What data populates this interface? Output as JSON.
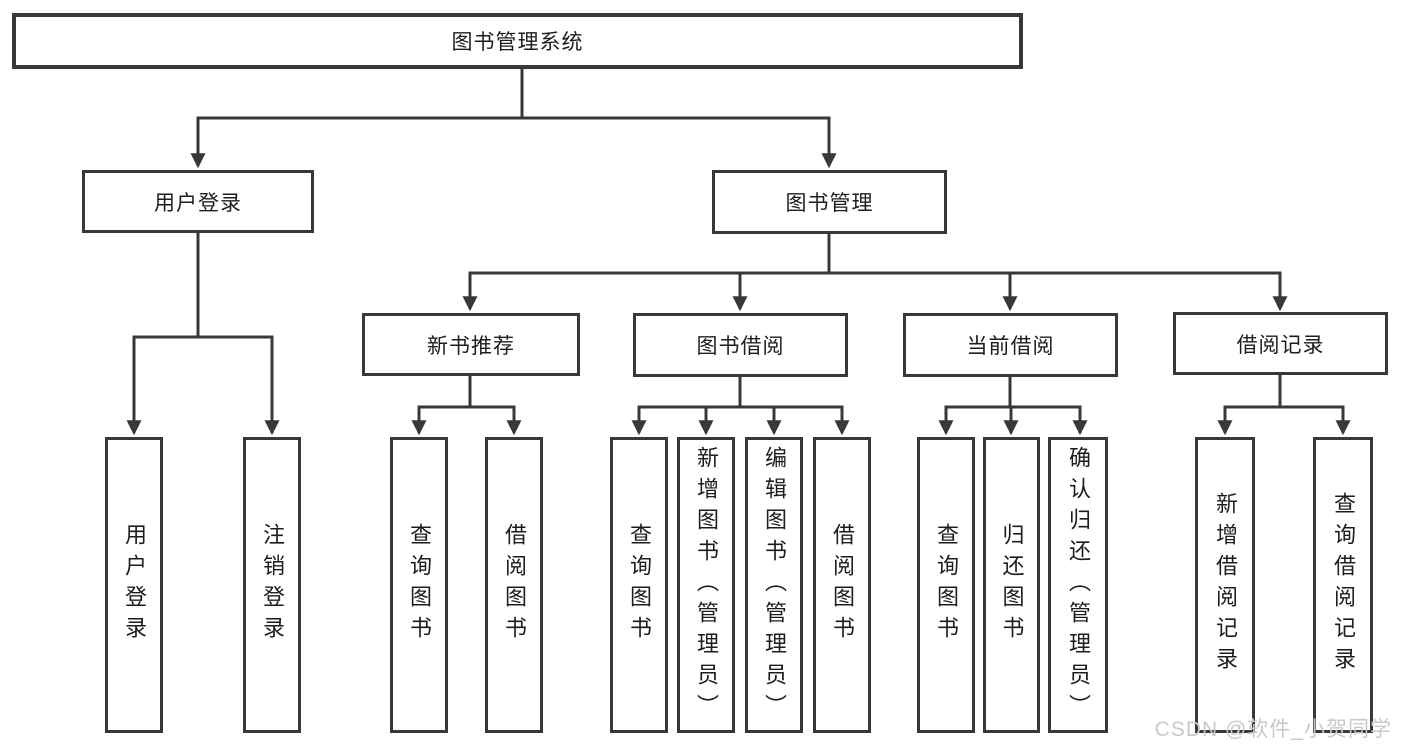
{
  "title": "图书管理系统",
  "watermark": "CSDN @软件_小贺同学",
  "colors": {
    "line": "#383838",
    "box_border": "#383838",
    "box_bg": "#ffffff",
    "text": "#1d1d1d",
    "watermark": "#c9c9c9"
  },
  "tree": {
    "label": "图书管理系统",
    "children": [
      {
        "label": "用户登录",
        "children": [
          {
            "label": "用户登录"
          },
          {
            "label": "注销登录"
          }
        ]
      },
      {
        "label": "图书管理",
        "children": [
          {
            "label": "新书推荐",
            "children": [
              {
                "label": "查询图书"
              },
              {
                "label": "借阅图书"
              }
            ]
          },
          {
            "label": "图书借阅",
            "children": [
              {
                "label": "查询图书"
              },
              {
                "label": "新增图书（管理员）"
              },
              {
                "label": "编辑图书（管理员）"
              },
              {
                "label": "借阅图书"
              }
            ]
          },
          {
            "label": "当前借阅",
            "children": [
              {
                "label": "查询图书"
              },
              {
                "label": "归还图书"
              },
              {
                "label": "确认归还（管理员）"
              }
            ]
          },
          {
            "label": "借阅记录",
            "children": [
              {
                "label": "新增借阅记录"
              },
              {
                "label": "查询借阅记录"
              }
            ]
          }
        ]
      }
    ]
  }
}
